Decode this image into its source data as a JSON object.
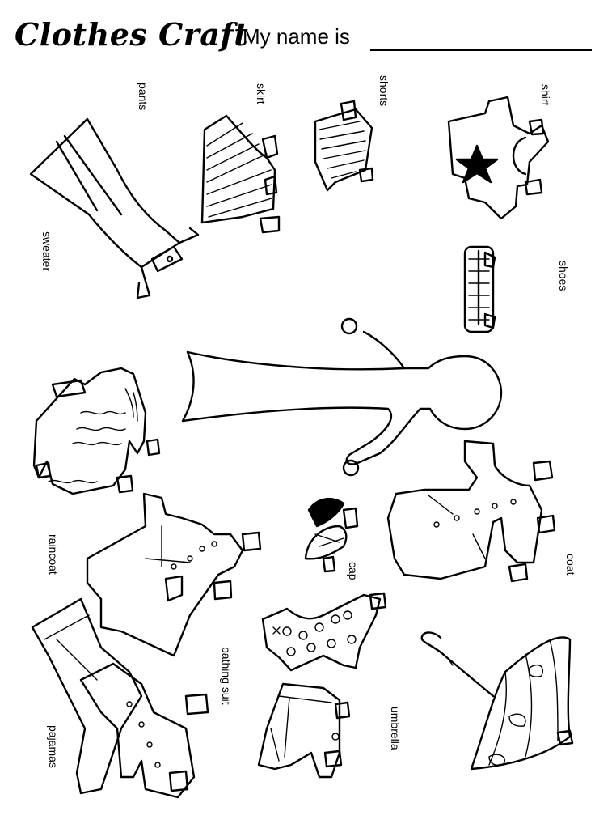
{
  "header": {
    "title": "Clothes Craft",
    "name_prompt": "My name is"
  },
  "labels": {
    "pants": "pants",
    "skirt": "skirt",
    "shorts": "shorts",
    "shirt": "shirt",
    "sweater": "sweater",
    "shoes": "shoes",
    "coat": "coat",
    "cap": "cap",
    "raincoat": "raincoat",
    "bathing_suit": "bathing suit",
    "umbrella": "umbrella",
    "pajamas": "pajamas"
  },
  "colors": {
    "ink": "#000000",
    "paper": "#ffffff"
  }
}
